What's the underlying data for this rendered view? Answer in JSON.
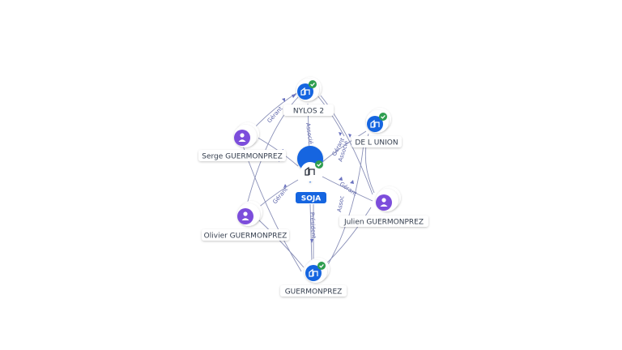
{
  "colors": {
    "company": "#1565e0",
    "person": "#7c4ddb",
    "check": "#2e9e4f",
    "edge": "#8a90b8",
    "edge_label": "#5a62a8",
    "center_tag": "#1565e0"
  },
  "center": {
    "label": "SOJA",
    "icon": "building-icon",
    "verified": true
  },
  "nodes": [
    {
      "id": "nylos",
      "label": "NYLOS 2",
      "kind": "company",
      "icon": "building-icon",
      "verified": true
    },
    {
      "id": "delunion",
      "label": "DE L UNION",
      "kind": "company",
      "icon": "building-icon",
      "verified": true
    },
    {
      "id": "guermonprez",
      "label": "GUERMONPREZ",
      "kind": "company",
      "icon": "building-icon",
      "verified": true
    },
    {
      "id": "serge",
      "label": "Serge GUERMONPREZ",
      "kind": "person",
      "icon": "person-icon",
      "verified": false
    },
    {
      "id": "olivier",
      "label": "Olivier GUERMONPREZ",
      "kind": "person",
      "icon": "person-icon",
      "verified": false
    },
    {
      "id": "julien",
      "label": "Julien GUERMONPREZ",
      "kind": "person",
      "icon": "person-icon",
      "verified": false
    }
  ],
  "edge_labels": {
    "gerant": "Gérant",
    "associe": "Associé",
    "president": "Président",
    "assoc_trunc": "Assoc",
    "gerant_trunc": "Gérant",
    "associe_stack": "Associé"
  }
}
